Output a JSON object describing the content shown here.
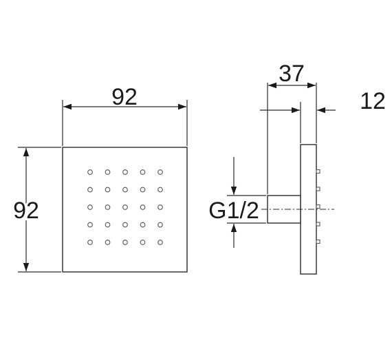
{
  "dimensions": {
    "front_width": "92",
    "front_height": "92",
    "side_depth": "37",
    "plate_thickness": "12",
    "inlet_thread": "G1/2"
  },
  "nozzle_grid": {
    "rows": 5,
    "cols": 5
  },
  "side_nozzles": 5,
  "colors": {
    "line": "#2a2a2a",
    "text": "#1a1a1a",
    "background": "#ffffff"
  }
}
